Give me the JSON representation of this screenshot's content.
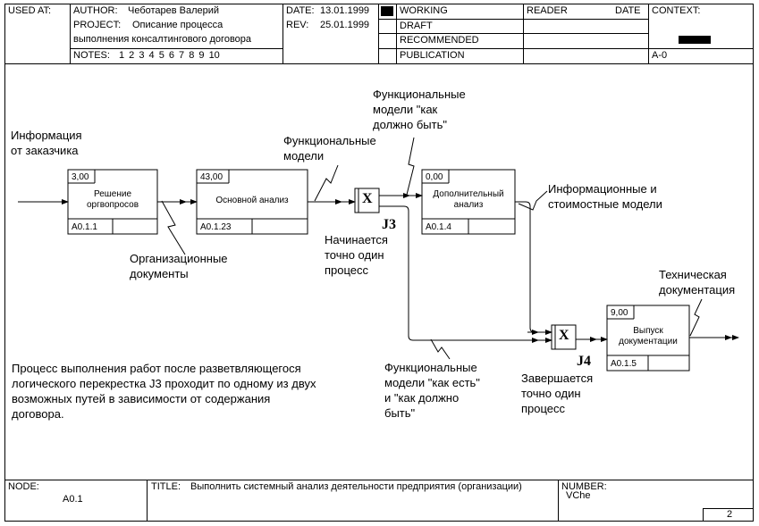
{
  "header": {
    "used_at": "USED AT:",
    "author_label": "AUTHOR:",
    "author": "Чеботарев Валерий",
    "project_label": "PROJECT:",
    "project": "Описание процесса выполнения консалтингового договора",
    "project_line1": "Описание процесса",
    "project_line2": "выполнения консалтингового договора",
    "notes_label": "NOTES:",
    "notes": "1 2 3 4 5 6 7 8 9 10",
    "date_label": "DATE:",
    "date": "13.01.1999",
    "rev_label": "REV:",
    "rev": "25.01.1999",
    "status": [
      "WORKING",
      "DRAFT",
      "RECOMMENDED",
      "PUBLICATION"
    ],
    "reader_label": "READER",
    "reader_date_label": "DATE",
    "context_label": "CONTEXT:",
    "context_node": "A-0"
  },
  "boxes": [
    {
      "cost": "3,00",
      "title_line1": "Решение",
      "title_line2": "оргвопросов",
      "node": "A0.1.1"
    },
    {
      "cost": "43,00",
      "title_line1": "Основной анализ",
      "title_line2": "",
      "node": "A0.1.23"
    },
    {
      "cost": "0,00",
      "title_line1": "Дополнительный",
      "title_line2": "анализ",
      "node": "A0.1.4"
    },
    {
      "cost": "9,00",
      "title_line1": "Выпуск",
      "title_line2": "документации",
      "node": "A0.1.5"
    }
  ],
  "junctions": [
    {
      "symbol": "X",
      "label": "J3"
    },
    {
      "symbol": "X",
      "label": "J4"
    }
  ],
  "arrow_labels": {
    "info_customer": [
      "Информация",
      "от заказчика"
    ],
    "org_docs": [
      "Организационные",
      "документы"
    ],
    "func_models": [
      "Функциональные",
      "модели"
    ],
    "func_models_should": [
      "Функциональные",
      "модели \"как",
      "должно быть\""
    ],
    "info_cost_models": [
      "Информационные и",
      "стоимостные модели"
    ],
    "tech_docs": [
      "Техническая",
      "документация"
    ],
    "func_models_asis": [
      "Функциональные",
      "модели \"как есть\"",
      "и \"как должно",
      "быть\""
    ],
    "starts_one": [
      "Начинается",
      "точно один",
      "процесс"
    ],
    "ends_one": [
      "Завершается",
      "точно один",
      "процесс"
    ]
  },
  "note": [
    "Процесс выполнения работ после разветвляющегося",
    "логического перекрестка J3 проходит по одному из двух",
    "возможных путей в зависимости от содержания",
    "договора."
  ],
  "footer": {
    "node_label": "NODE:",
    "node": "A0.1",
    "title_label": "TITLE:",
    "title": "Выполнить системный анализ деятельности предприятия (организации)",
    "number_label": "NUMBER:",
    "number": "VChe",
    "page": "2"
  }
}
